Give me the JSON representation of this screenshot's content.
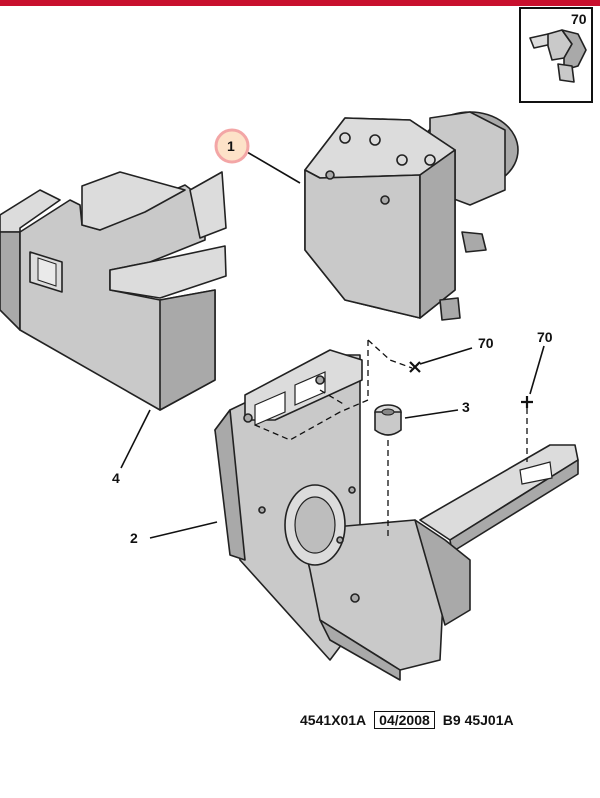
{
  "callouts": {
    "part_1": "1",
    "part_2": "2",
    "part_3": "3",
    "part_4": "4",
    "fastener_left": "70",
    "fastener_right": "70",
    "inset": "70"
  },
  "footer": {
    "ref_left": "4541X01A",
    "date": "04/2008",
    "ref_right": "B9 45J01A"
  },
  "colors": {
    "top_bar": "#c8102e",
    "highlight_circle": "#f3a6a6",
    "highlight_fill": "#fde2c8",
    "part_gray": "#c9c9c9"
  }
}
